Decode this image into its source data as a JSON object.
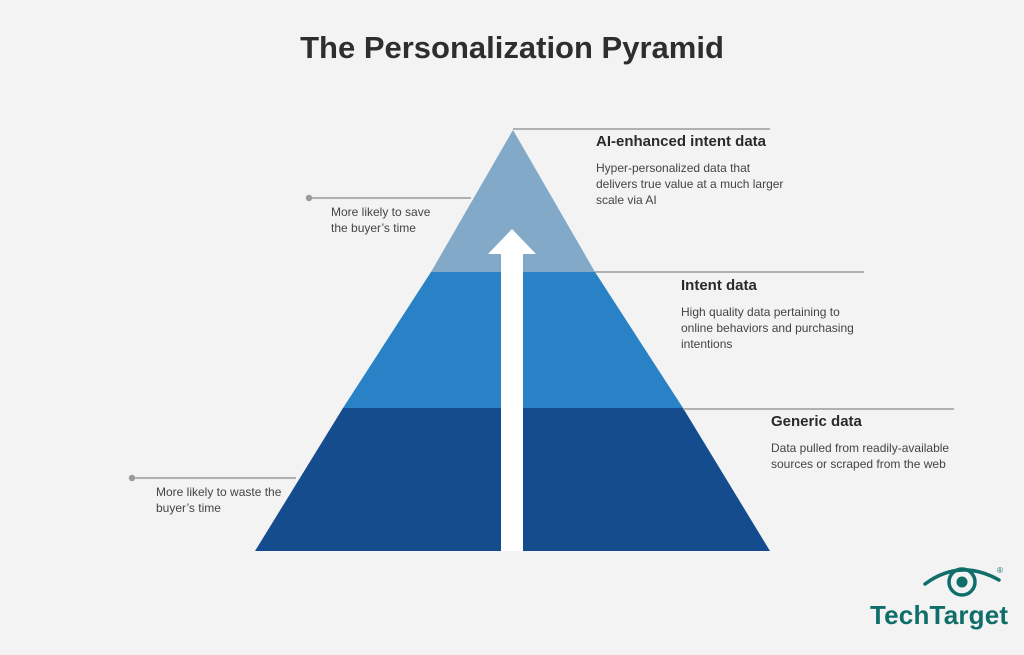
{
  "title": "The Personalization Pyramid",
  "tiers": [
    {
      "heading": "AI-enhanced intent data",
      "description": "Hyper-personalized data that delivers true value at a much larger scale via AI",
      "color": "#82a9c7"
    },
    {
      "heading": "Intent data",
      "description": "High quality data pertaining to online behaviors and purchasing intentions",
      "color": "#2882c5"
    },
    {
      "heading": "Generic data",
      "description": "Data pulled from readily-available sources or scraped from the web",
      "color": "#154c8e"
    }
  ],
  "side_notes": {
    "top": "More likely to save the buyer’s time",
    "bottom": "More likely to waste the buyer’s time"
  },
  "logo": {
    "text": "TechTarget",
    "mark": "®",
    "icon": "eye-icon",
    "color": "#0f6e6a"
  }
}
